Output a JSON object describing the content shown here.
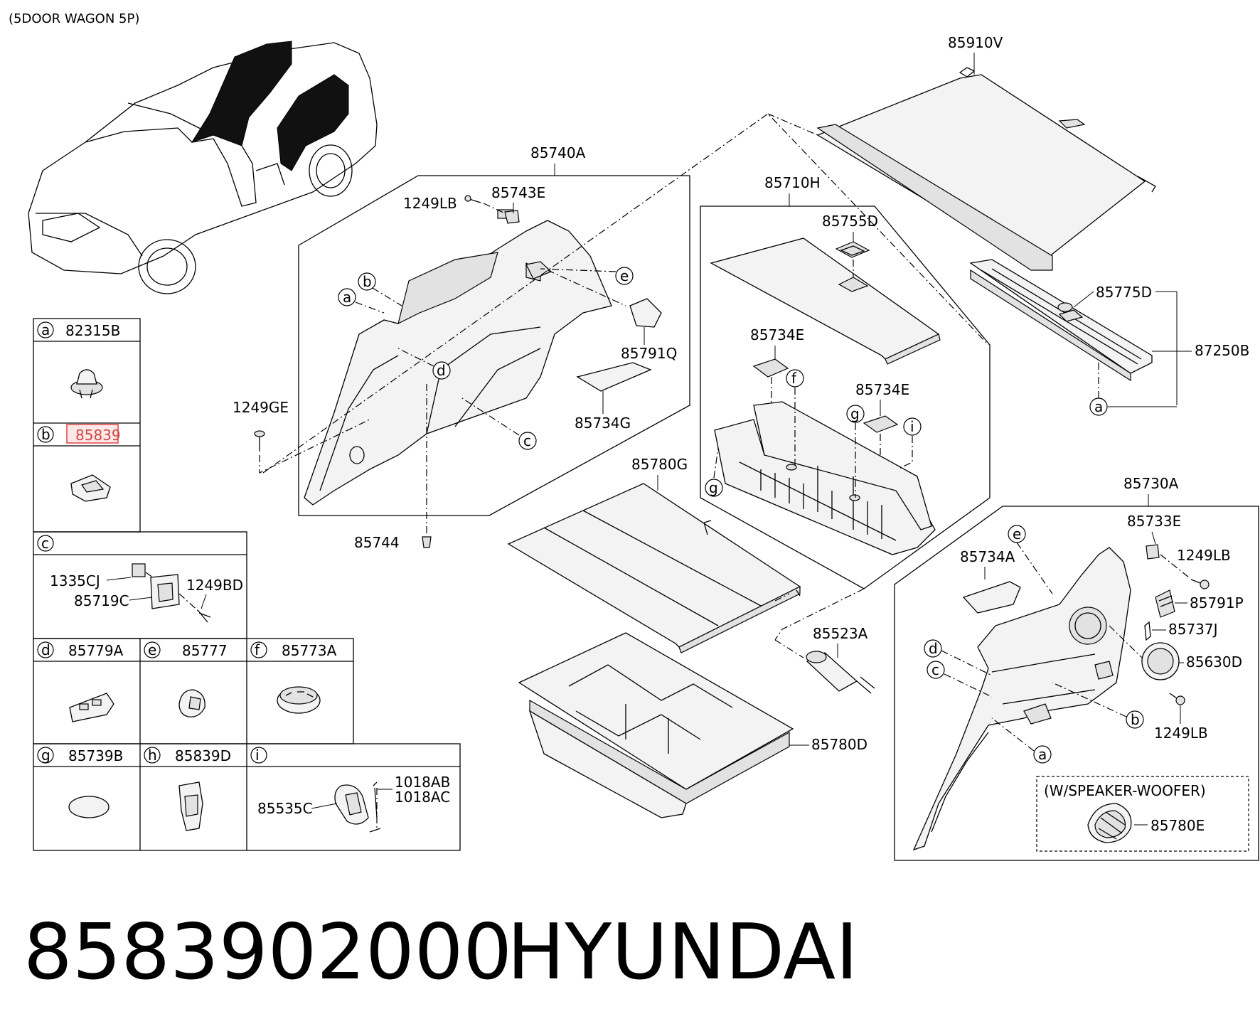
{
  "header": {
    "variant": "(5DOOR WAGON 5P)"
  },
  "footer": {
    "part_number": "8583902000",
    "brand": "HYUNDAI"
  },
  "legend": [
    {
      "key": "a",
      "part": "82315B"
    },
    {
      "key": "b",
      "part": "85839"
    },
    {
      "key": "c",
      "part": ""
    },
    {
      "key": "d",
      "part": "85779A"
    },
    {
      "key": "e",
      "part": "85777"
    },
    {
      "key": "f",
      "part": "85773A"
    },
    {
      "key": "g",
      "part": "85739B"
    },
    {
      "key": "h",
      "part": "85839D"
    },
    {
      "key": "i",
      "part": ""
    }
  ],
  "legend_c_parts": [
    "1335CJ",
    "85719C",
    "1249BD"
  ],
  "legend_i_parts": [
    "1018AB",
    "1018AC",
    "85535C"
  ],
  "highlighted_part": "85839",
  "callouts": {
    "p85910V": "85910V",
    "p85740A": "85740A",
    "p85743E": "85743E",
    "p1249LB_a": "1249LB",
    "p85791Q": "85791Q",
    "p85734G": "85734G",
    "p1249GE": "1249GE",
    "p85744": "85744",
    "p85710H": "85710H",
    "p85755D": "85755D",
    "p85734E_a": "85734E",
    "p85734E_b": "85734E",
    "p85775D": "85775D",
    "p87250B": "87250B",
    "p85780G": "85780G",
    "p85780D": "85780D",
    "p85523A": "85523A",
    "p85730A": "85730A",
    "p85733E": "85733E",
    "p1249LB_b": "1249LB",
    "p85734A": "85734A",
    "p85791P": "85791P",
    "p85737J": "85737J",
    "p85630D": "85630D",
    "p1249LB_c": "1249LB",
    "woofer_note": "(W/SPEAKER-WOOFER)",
    "p85780E": "85780E"
  },
  "refs": {
    "a": "a",
    "b": "b",
    "c": "c",
    "d": "d",
    "e": "e",
    "f": "f",
    "g": "g",
    "i": "i"
  }
}
